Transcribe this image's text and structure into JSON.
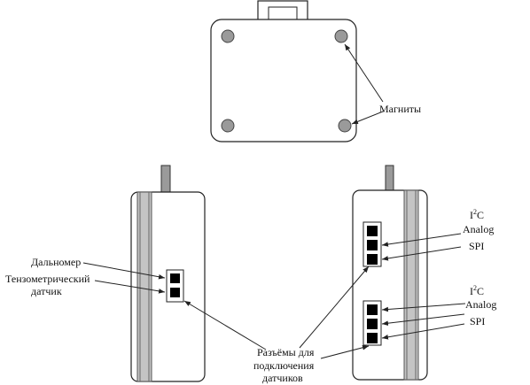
{
  "labels": {
    "magnets": "Магниты",
    "rangefinder": "Дальномер",
    "strain_gauge_line1": "Тензометрический",
    "strain_gauge_line2": "датчик",
    "connectors_line1": "Разъёмы для",
    "connectors_line2": "подключения",
    "connectors_line3": "датчиков",
    "i2c_top_base": "I",
    "i2c_top_sup": "2",
    "i2c_top_tail": "C",
    "analog_top": "Analog",
    "spi_top": "SPI",
    "i2c_bottom_base": "I",
    "i2c_bottom_sup": "2",
    "i2c_bottom_tail": "C",
    "analog_bottom": "Analog",
    "spi_bottom": "SPI"
  },
  "colors": {
    "outline": "#222222",
    "magnet_fill": "#9a9a9a",
    "rail_fill": "#c4c4c4",
    "pin_fill": "#000000"
  }
}
